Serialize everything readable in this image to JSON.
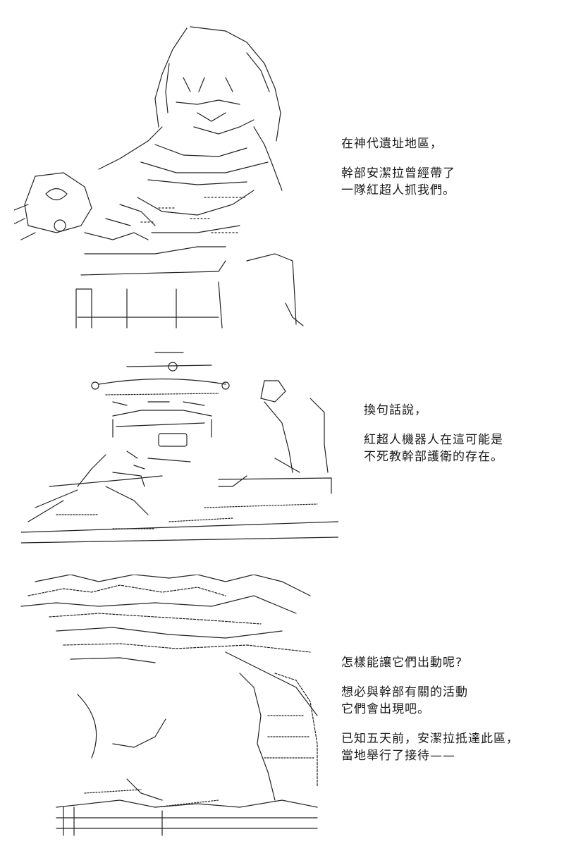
{
  "panels": [
    {
      "id": "panel-1",
      "art_icon": "ascii-art-girl-holding-robot",
      "lines": [
        "在神代遺址地區，",
        "",
        "幹部安潔拉曾經帶了",
        "一隊紅超人抓我們。"
      ]
    },
    {
      "id": "panel-2",
      "art_icon": "ascii-art-robot-head",
      "lines": [
        "換句話說，",
        "",
        "紅超人機器人在這可能是",
        "不死教幹部護衛的存在。"
      ]
    },
    {
      "id": "panel-3",
      "art_icon": "ascii-art-ruined-building",
      "lines": [
        "怎樣能讓它們出動呢?",
        "",
        "想必與幹部有關的活動",
        "它們會出現吧。",
        "",
        "已知五天前，安潔拉抵達此區，",
        "當地舉行了接待——"
      ]
    }
  ]
}
